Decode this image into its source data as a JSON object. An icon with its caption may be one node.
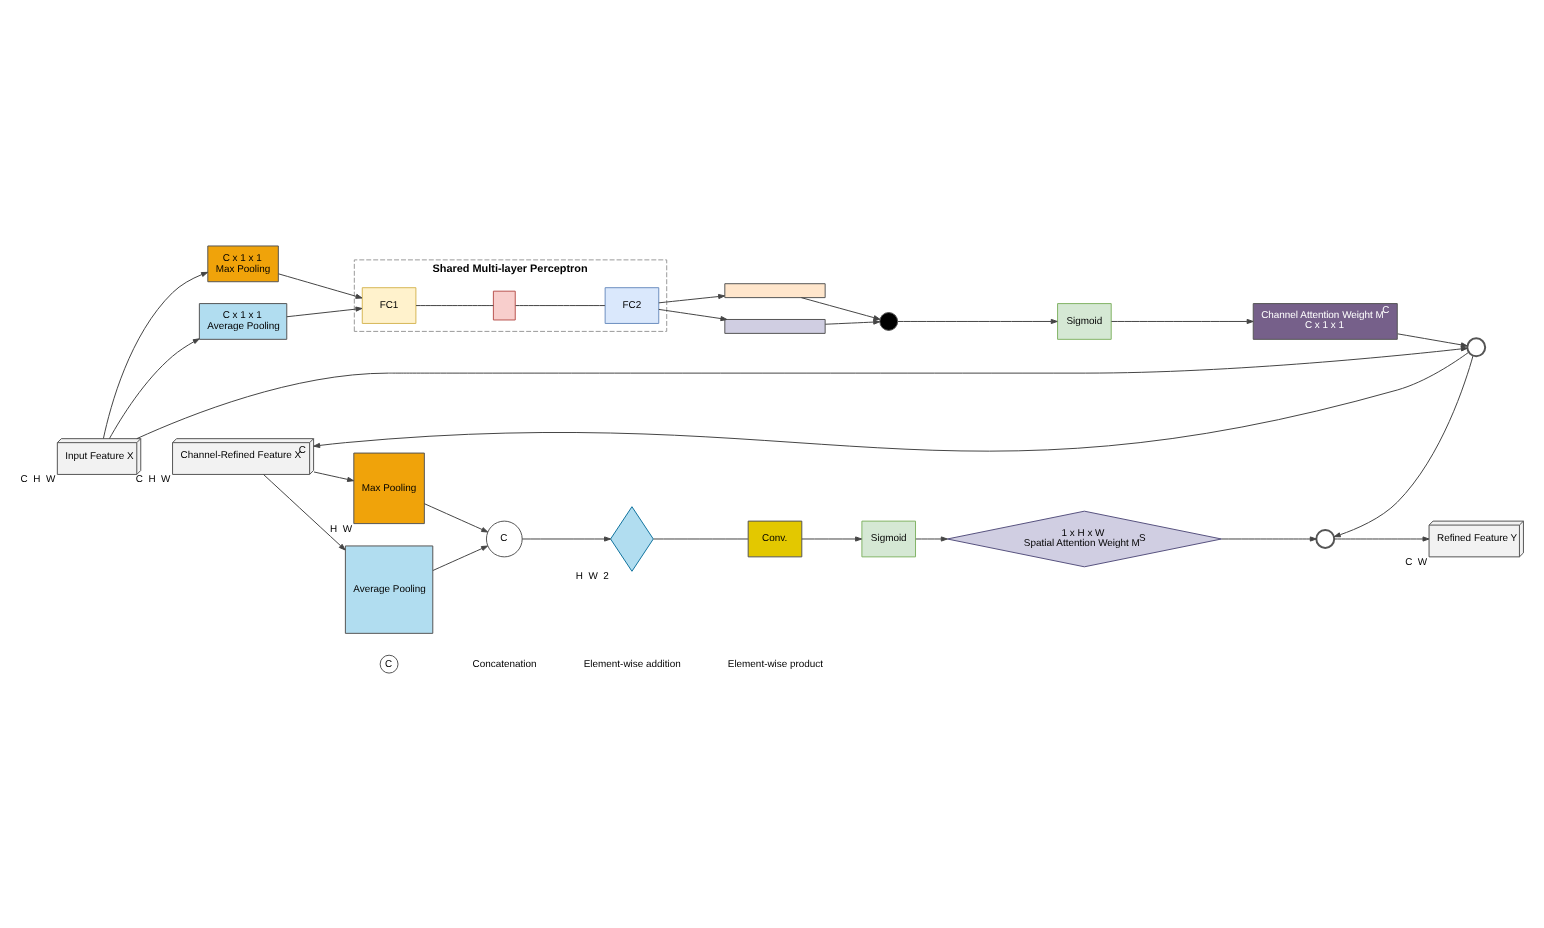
{
  "diagram": {
    "nodes": [
      {
        "text": [
          "Input Feature X"
        ],
        "beside": [
          "C",
          "H",
          "W"
        ]
      },
      {
        "text": [
          "C x 1 x 1",
          "Max Pooling"
        ]
      },
      {
        "text": [
          "C x 1 x 1",
          "Average Pooling"
        ]
      },
      {
        "text": [
          "Shared Multi-layer Perceptron"
        ]
      },
      {
        "text": [
          "FC1"
        ],
        "in": 3
      },
      {
        "text": [],
        "shape": "box",
        "in": 3
      },
      {
        "text": [
          "FC2"
        ],
        "in": 3
      },
      {
        "text": [],
        "shape": "bar"
      },
      {
        "text": [],
        "shape": "bar"
      },
      {
        "text": [],
        "shape": "circle"
      },
      {
        "text": [
          "Sigmoid"
        ]
      },
      {
        "text": [
          "Channel Attention Weight M$^{C}$",
          "C x 1 x 1"
        ]
      },
      {
        "text": [],
        "shape": "circle"
      },
      {
        "text": [
          "Channel-Refined Feature X$^{C}$"
        ],
        "beside": [
          "C",
          "H",
          "W"
        ]
      },
      {
        "text": [
          "Max Pooling"
        ],
        "beside": [
          "H",
          "W"
        ]
      },
      {
        "text": [
          "Average Pooling"
        ]
      },
      {
        "text": [
          "C"
        ]
      },
      {
        "text": [],
        "shape": "diamond",
        "beside": [
          "H",
          "W",
          "2"
        ]
      },
      {
        "text": [
          "Conv."
        ]
      },
      {
        "text": [
          "Sigmoid"
        ]
      },
      {
        "text": [
          "1 x H x W",
          "Spatial Attention Weight M$^{S}$"
        ]
      },
      {
        "text": [],
        "shape": "circle"
      },
      {
        "text": [
          "Refined Feature Y"
        ],
        "beside": [
          "C",
          "W"
        ]
      }
    ],
    "edges": [
      {
        "from": 0,
        "to": 1,
        "arrow": "to"
      },
      {
        "from": 0,
        "to": 2,
        "arrow": "to"
      },
      {
        "from": 1,
        "to": 4,
        "arrow": "to"
      },
      {
        "from": 2,
        "to": 4,
        "arrow": "to"
      },
      {
        "from": 4,
        "to": 5,
        "arrow": "none"
      },
      {
        "from": 5,
        "to": 6,
        "arrow": "none"
      },
      {
        "from": 6,
        "to": 7,
        "arrow": "to"
      },
      {
        "from": 6,
        "to": 8,
        "arrow": "to"
      },
      {
        "from": 7,
        "to": 9,
        "arrow": "to"
      },
      {
        "from": 8,
        "to": 9,
        "arrow": "to"
      },
      {
        "from": 9,
        "to": 10,
        "arrow": "to"
      },
      {
        "from": 10,
        "to": 11,
        "arrow": "to"
      },
      {
        "from": 11,
        "to": 12,
        "arrow": "to"
      },
      {
        "from": 0,
        "to": 12,
        "arrow": "to"
      },
      {
        "from": 12,
        "to": 13,
        "arrow": "to"
      },
      {
        "from": 12,
        "to": 21,
        "arrow": "to"
      },
      {
        "from": 13,
        "to": 14,
        "arrow": "to"
      },
      {
        "from": 13,
        "to": 15,
        "arrow": "to"
      },
      {
        "from": 14,
        "to": 16,
        "arrow": "to"
      },
      {
        "from": 15,
        "to": 16,
        "arrow": "to"
      },
      {
        "from": 16,
        "to": 17,
        "arrow": "to"
      },
      {
        "from": 17,
        "to": 18,
        "arrow": "none"
      },
      {
        "from": 18,
        "to": 19,
        "arrow": "to"
      },
      {
        "from": 19,
        "to": 20,
        "arrow": "to"
      },
      {
        "from": 20,
        "to": 21,
        "arrow": "to"
      },
      {
        "from": 21,
        "to": 22,
        "arrow": "to"
      }
    ],
    "labels": [
      "C"
    ],
    "legend": [
      {
        "text": "Concatenation"
      },
      {
        "text": "Element-wise addition"
      },
      {
        "text": "Element-wise product"
      }
    ]
  }
}
